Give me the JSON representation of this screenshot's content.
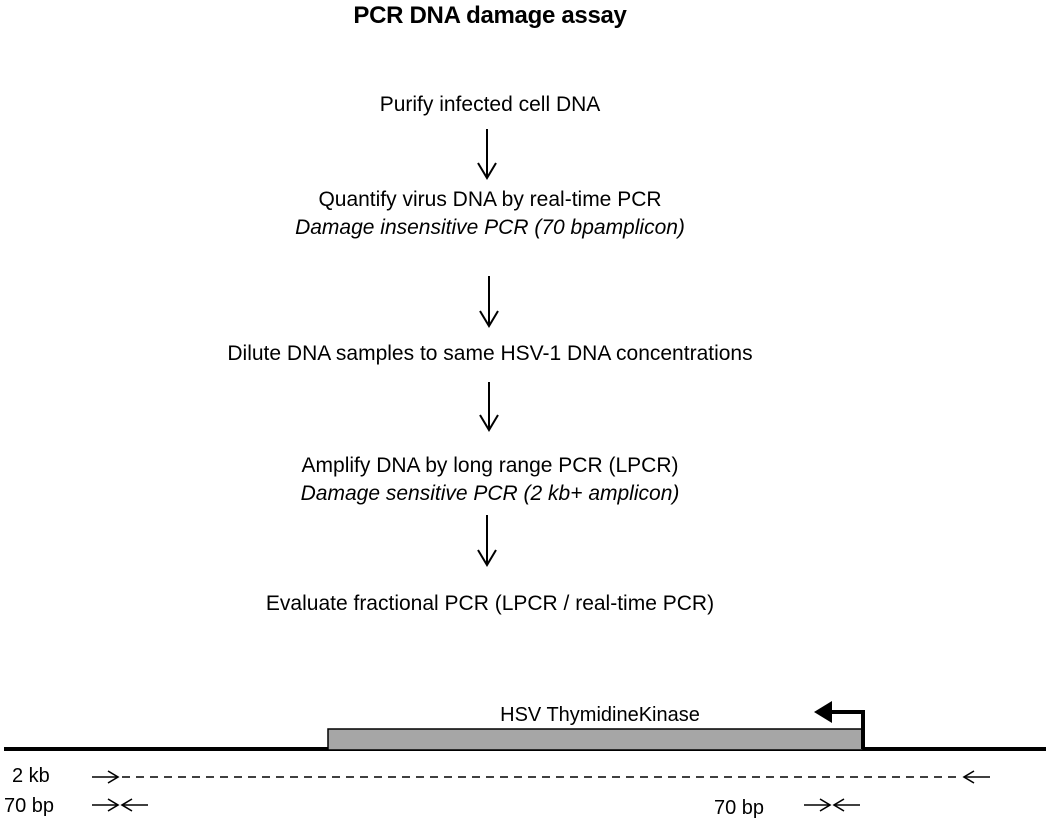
{
  "title": "PCR DNA damage assay",
  "steps": [
    {
      "text": "Purify infected cell DNA",
      "sub": ""
    },
    {
      "text": "Quantify virus DNA by real-time PCR",
      "sub": "Damage insensitive PCR (70 bpamplicon)"
    },
    {
      "text": "Dilute DNA samples to same HSV-1 DNA concentrations",
      "sub": ""
    },
    {
      "text": "Amplify DNA by long range PCR (LPCR)",
      "sub": "Damage sensitive PCR (2 kb+ amplicon)"
    },
    {
      "text": "Evaluate fractional PCR (LPCR / real-time PCR)",
      "sub": ""
    }
  ],
  "gene": {
    "label": "HSV ThymidineKinase",
    "box_color": "#a6a6a6"
  },
  "amplicons": {
    "long_label": "2 kb",
    "short_label": "70 bp",
    "short_label_right": "70 bp"
  }
}
